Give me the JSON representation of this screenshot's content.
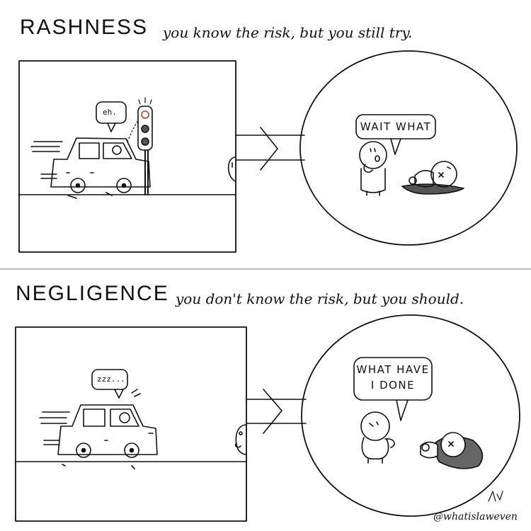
{
  "panels": {
    "top": {
      "title": "RASHNESS",
      "definition": "you know the risk, but you still try.",
      "driver_bubble": "eh.",
      "victim_bubble": "WAIT WHAT"
    },
    "bottom": {
      "title": "NEGLIGENCE",
      "definition": "you don't know the risk, but you should.",
      "driver_bubble": "zzz...",
      "victim_bubble_line1": "WHAT HAVE",
      "victim_bubble_line2": "I DONE"
    }
  },
  "credit": "@whatislaweven"
}
